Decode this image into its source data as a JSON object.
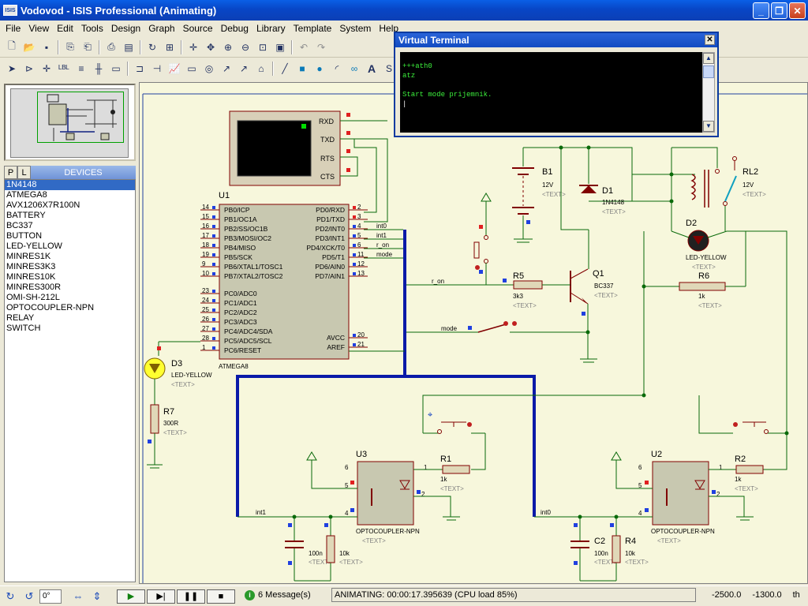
{
  "window": {
    "title": "Vodovod - ISIS Professional (Animating)",
    "app_icon": "ISIS"
  },
  "menu": [
    "File",
    "View",
    "Edit",
    "Tools",
    "Design",
    "Graph",
    "Source",
    "Debug",
    "Library",
    "Template",
    "System",
    "Help"
  ],
  "devices": {
    "tabs": [
      "P",
      "L"
    ],
    "title": "DEVICES",
    "items": [
      "1N4148",
      "ATMEGA8",
      "AVX1206X7R100N",
      "BATTERY",
      "BC337",
      "BUTTON",
      "LED-YELLOW",
      "MINRES1K",
      "MINRES3K3",
      "MINRES10K",
      "MINRES300R",
      "OMI-SH-212L",
      "OPTOCOUPLER-NPN",
      "RELAY",
      "SWITCH"
    ],
    "selected": "1N4148"
  },
  "terminal": {
    "title": "Virtual Terminal",
    "lines": [
      "+++ath0",
      "atz",
      "",
      "Start mode prijemnik."
    ]
  },
  "schematic": {
    "text_placeholder": "<TEXT>",
    "u1": {
      "ref": "U1",
      "part": "ATMEGA8",
      "left_pins": [
        {
          "n": "14",
          "l": "PB0/ICP"
        },
        {
          "n": "15",
          "l": "PB1/OC1A"
        },
        {
          "n": "16",
          "l": "PB2/SS/OC1B"
        },
        {
          "n": "17",
          "l": "PB3/MOSI/OC2"
        },
        {
          "n": "18",
          "l": "PB4/MISO"
        },
        {
          "n": "19",
          "l": "PB5/SCK"
        },
        {
          "n": "9",
          "l": "PB6/XTAL1/TOSC1"
        },
        {
          "n": "10",
          "l": "PB7/XTAL2/TOSC2"
        },
        {
          "n": "23",
          "l": "PC0/ADC0"
        },
        {
          "n": "24",
          "l": "PC1/ADC1"
        },
        {
          "n": "25",
          "l": "PC2/ADC2"
        },
        {
          "n": "26",
          "l": "PC3/ADC3"
        },
        {
          "n": "27",
          "l": "PC4/ADC4/SDA"
        },
        {
          "n": "28",
          "l": "PC5/ADC5/SCL"
        },
        {
          "n": "1",
          "l": "PC6/RESET"
        }
      ],
      "right_pins": [
        {
          "n": "2",
          "l": "PD0/RXD"
        },
        {
          "n": "3",
          "l": "PD1/TXD"
        },
        {
          "n": "4",
          "l": "PD2/INT0"
        },
        {
          "n": "5",
          "l": "PD3/INT1"
        },
        {
          "n": "6",
          "l": "PD4/XCK/T0"
        },
        {
          "n": "11",
          "l": "PD5/T1"
        },
        {
          "n": "12",
          "l": "PD6/AIN0"
        },
        {
          "n": "13",
          "l": "PD7/AIN1"
        },
        {
          "n": "20",
          "l": "AVCC"
        },
        {
          "n": "21",
          "l": "AREF"
        }
      ]
    },
    "term_pins": [
      "RXD",
      "TXD",
      "RTS",
      "CTS"
    ],
    "net_labels": {
      "int0_pin": "int0",
      "int1_pin": "int1",
      "r_on_pin": "r_on",
      "mode_pin": "mode",
      "r_on": "r_on",
      "mode": "mode",
      "int1": "int1",
      "int0": "int0"
    },
    "parts": {
      "b1": {
        "ref": "B1",
        "value": "12V"
      },
      "d1": {
        "ref": "D1",
        "value": "1N4148"
      },
      "rl2": {
        "ref": "RL2",
        "value": "12V"
      },
      "d2": {
        "ref": "D2",
        "value": "LED-YELLOW"
      },
      "q1": {
        "ref": "Q1",
        "value": "BC337"
      },
      "r5": {
        "ref": "R5",
        "value": "3k3"
      },
      "r6": {
        "ref": "R6",
        "value": "1k"
      },
      "d3": {
        "ref": "D3",
        "value": "LED-YELLOW"
      },
      "r7": {
        "ref": "R7",
        "value": "300R"
      },
      "u3": {
        "ref": "U3",
        "value": "OPTOCOUPLER-NPN"
      },
      "u2": {
        "ref": "U2",
        "value": "OPTOCOUPLER-NPN"
      },
      "r1": {
        "ref": "R1",
        "value": "1k"
      },
      "r2": {
        "ref": "R2",
        "value": "1k"
      },
      "c1": {
        "ref": "",
        "value": "100n"
      },
      "r3": {
        "ref": "",
        "value": "10k"
      },
      "c2": {
        "ref": "C2",
        "value": "100n"
      },
      "r4": {
        "ref": "R4",
        "value": "10k"
      }
    },
    "u3_pins": {
      "p6": "6",
      "p5": "5",
      "p4": "4",
      "p1": "1",
      "p2": "2"
    },
    "u2_pins": {
      "p6": "6",
      "p5": "5",
      "p4": "4",
      "p1": "1",
      "p2": "2"
    }
  },
  "status": {
    "rotation": "0°",
    "messages": "6 Message(s)",
    "animating": "ANIMATING: 00:00:17.395639 (CPU load 85%)",
    "x": "-2500.0",
    "y": "-1300.0",
    "unit": "th"
  },
  "colors": {
    "bus": "#0a1aa8",
    "wire": "#0a6a0a",
    "component": "#800000",
    "canvas": "#f7f7dc",
    "terminal_text": "#3cf03c"
  }
}
